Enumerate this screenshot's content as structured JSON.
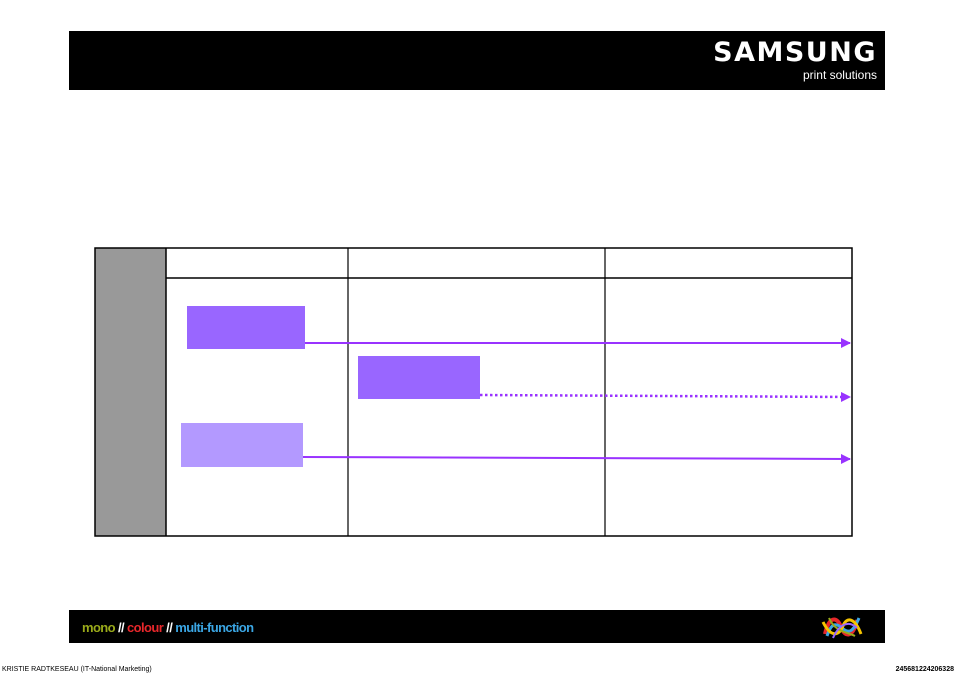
{
  "header": {
    "brand_name": "SAMSUNG",
    "brand_sub": "print solutions",
    "background": "#000000"
  },
  "diagram": {
    "row_header_color": "#999999",
    "columns": [
      "",
      "",
      ""
    ],
    "boxes": [
      {
        "label": "",
        "color": "#9966ff"
      },
      {
        "label": "",
        "color": "#9966ff"
      },
      {
        "label": "",
        "color": "#b399ff"
      }
    ],
    "arrows": [
      {
        "style": "solid",
        "color": "#9933ff"
      },
      {
        "style": "dotted",
        "color": "#9933ff"
      },
      {
        "style": "solid",
        "color": "#9933ff"
      }
    ]
  },
  "footer": {
    "tagline": {
      "mono": "mono",
      "sep1": " // ",
      "colour": "colour",
      "sep2": " // ",
      "multi": "multi-function"
    },
    "logo_icon": "samsung-ribbon-logo-icon"
  },
  "credit": "KRISTIE RADTKESEAU (IT-National Marketing)",
  "code": "245681224206328"
}
